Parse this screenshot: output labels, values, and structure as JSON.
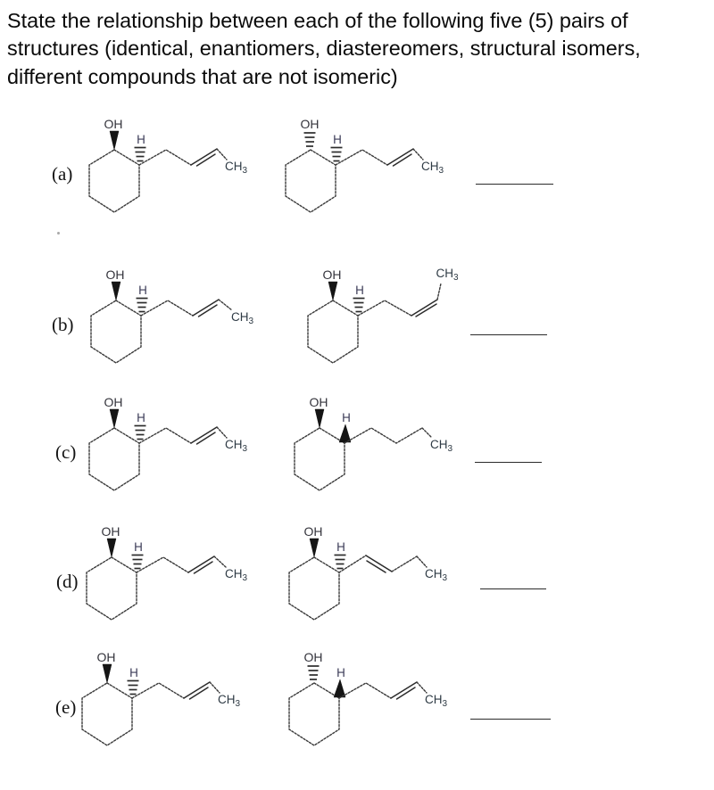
{
  "title": {
    "lines": [
      "State the relationship between each of the following five (5) pairs of",
      "structures (identical, enantiomers, diastereomers, structural isomers,",
      "different compounds that are not isomeric)"
    ]
  },
  "atoms": {
    "oh": "OH",
    "h": "H",
    "ch": "CH",
    "sub3": "3"
  },
  "ink_color": "#2b2b2b",
  "rows": [
    {
      "label": "(a)",
      "left": {
        "oh_bond": "bold-wedge",
        "h_bond": "hashed-wedge",
        "side_chain": "CH2-CH=CH-CH3 (trans)"
      },
      "right": {
        "oh_bond": "hashed-wedge",
        "h_bond": "hashed-wedge",
        "side_chain": "CH2-CH=CH-CH3 (trans)"
      },
      "answer": ""
    },
    {
      "label": "(b)",
      "left": {
        "oh_bond": "bold-wedge",
        "h_bond": "hashed-wedge",
        "side_chain": "CH2-CH=CH-CH3 (trans)"
      },
      "right": {
        "oh_bond": "bold-wedge",
        "h_bond": "hashed-wedge",
        "side_chain": "CH2-CH=CH-CH3 (cis, CH3 up)"
      },
      "answer": ""
    },
    {
      "label": "(c)",
      "left": {
        "oh_bond": "bold-wedge",
        "h_bond": "hashed-wedge",
        "side_chain": "CH2-CH=CH-CH3 (trans)"
      },
      "right": {
        "oh_bond": "bold-wedge",
        "h_bond": "bold-wedge",
        "side_chain": "CH2-CH2-CH2-CH3 (saturated)"
      },
      "answer": ""
    },
    {
      "label": "(d)",
      "left": {
        "oh_bond": "bold-wedge",
        "h_bond": "hashed-wedge",
        "side_chain": "CH2-CH=CH-CH3 (trans)"
      },
      "right": {
        "oh_bond": "bold-wedge",
        "h_bond": "hashed-wedge",
        "side_chain": "CH=CH-CH2-CH3 (trans, double bond at ring)"
      },
      "answer": ""
    },
    {
      "label": "(e)",
      "left": {
        "oh_bond": "bold-wedge",
        "h_bond": "hashed-wedge",
        "side_chain": "CH2-CH=CH-CH3 (trans)"
      },
      "right": {
        "oh_bond": "hashed-wedge",
        "h_bond": "bold-wedge",
        "side_chain": "CH2-CH=CH-CH3 (trans)"
      },
      "answer": ""
    }
  ]
}
